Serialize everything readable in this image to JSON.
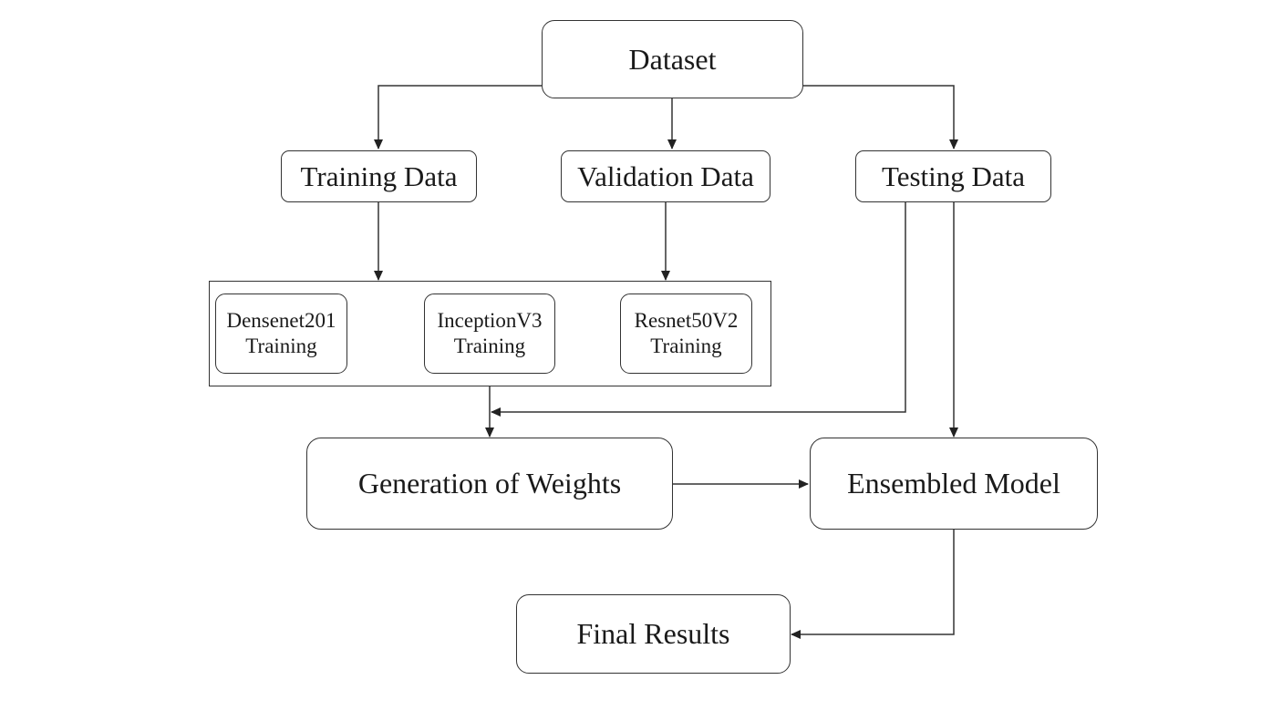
{
  "diagram": {
    "nodes": {
      "dataset": "Dataset",
      "training_data": "Training Data",
      "validation_data": "Validation Data",
      "testing_data": "Testing Data",
      "densenet_training": [
        "Densenet201",
        "Training"
      ],
      "inception_training": [
        "InceptionV3",
        "Training"
      ],
      "resnet_training": [
        "Resnet50V2",
        "Training"
      ],
      "generation_of_weights": "Generation of Weights",
      "ensembled_model": "Ensembled Model",
      "final_results": "Final Results"
    },
    "edges": [
      {
        "from": "Dataset",
        "to": "Training Data"
      },
      {
        "from": "Dataset",
        "to": "Validation Data"
      },
      {
        "from": "Dataset",
        "to": "Testing Data"
      },
      {
        "from": "Training Data",
        "to": "Model Training Group"
      },
      {
        "from": "Validation Data",
        "to": "Model Training Group"
      },
      {
        "from": "Model Training Group",
        "to": "Generation of Weights"
      },
      {
        "from": "Testing Data",
        "to": "Generation of Weights"
      },
      {
        "from": "Testing Data",
        "to": "Ensembled Model"
      },
      {
        "from": "Generation of Weights",
        "to": "Ensembled Model"
      },
      {
        "from": "Ensembled Model",
        "to": "Final Results"
      }
    ],
    "colors": {
      "stroke": "#333333",
      "background": "#ffffff",
      "text": "#1a1a1a"
    }
  }
}
